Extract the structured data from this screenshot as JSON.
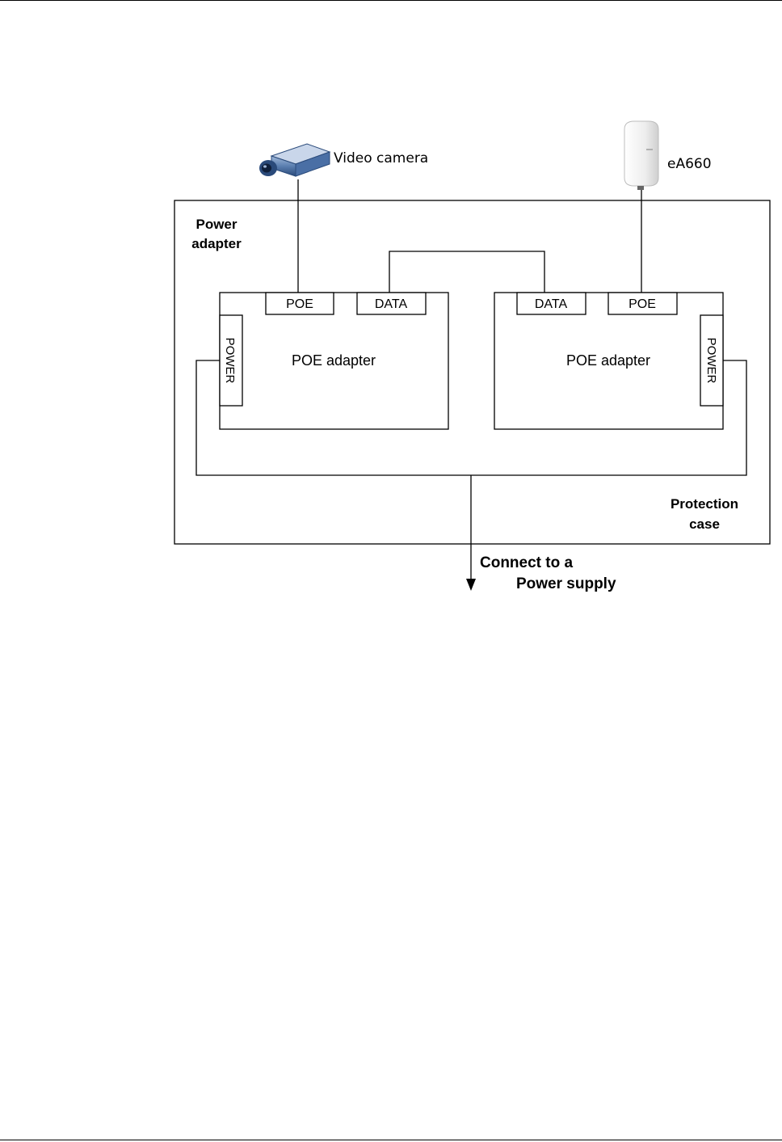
{
  "devices": {
    "camera_label": "Video camera",
    "ap_label": "eA660"
  },
  "enclosure": {
    "power_adapter_line1": "Power",
    "power_adapter_line2": "adapter",
    "protection_case_line1": "Protection",
    "protection_case_line2": "case"
  },
  "adapters": [
    {
      "title": "POE adapter",
      "port_poe": "POE",
      "port_data": "DATA",
      "port_power": "POWER"
    },
    {
      "title": "POE adapter",
      "port_poe": "POE",
      "port_data": "DATA",
      "port_power": "POWER"
    }
  ],
  "supply": {
    "line1": "Connect to a",
    "line2": "Power supply"
  },
  "colors": {
    "camera_body": "#5b7fb0",
    "camera_dark": "#2a4a7a",
    "ap_body": "#eeeeee",
    "stroke": "#000000"
  },
  "icons": {
    "camera": "video-camera-icon",
    "ap": "access-point-icon"
  }
}
